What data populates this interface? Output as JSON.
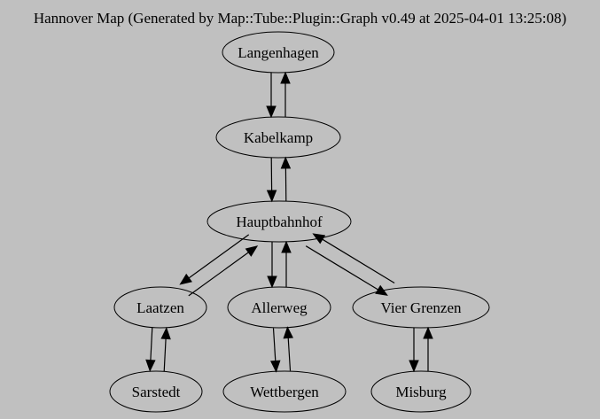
{
  "graph": {
    "title": "Hannover Map (Generated by Map::Tube::Plugin::Graph v0.49 at 2025-04-01 13:25:08)",
    "background_color": "#c0c0c0",
    "line_color": "#000000",
    "stations": [
      {
        "id": "langenhagen",
        "name": "Langenhagen"
      },
      {
        "id": "kabelkamp",
        "name": "Kabelkamp"
      },
      {
        "id": "hauptbahnhof",
        "name": "Hauptbahnhof"
      },
      {
        "id": "laatzen",
        "name": "Laatzen"
      },
      {
        "id": "allerweg",
        "name": "Allerweg"
      },
      {
        "id": "vier-grenzen",
        "name": "Vier Grenzen"
      },
      {
        "id": "sarstedt",
        "name": "Sarstedt"
      },
      {
        "id": "wettbergen",
        "name": "Wettbergen"
      },
      {
        "id": "misburg",
        "name": "Misburg"
      }
    ],
    "links": [
      {
        "from": "langenhagen",
        "to": "kabelkamp"
      },
      {
        "from": "kabelkamp",
        "to": "langenhagen"
      },
      {
        "from": "kabelkamp",
        "to": "hauptbahnhof"
      },
      {
        "from": "hauptbahnhof",
        "to": "kabelkamp"
      },
      {
        "from": "hauptbahnhof",
        "to": "laatzen"
      },
      {
        "from": "laatzen",
        "to": "hauptbahnhof"
      },
      {
        "from": "hauptbahnhof",
        "to": "allerweg"
      },
      {
        "from": "allerweg",
        "to": "hauptbahnhof"
      },
      {
        "from": "hauptbahnhof",
        "to": "vier-grenzen"
      },
      {
        "from": "vier-grenzen",
        "to": "hauptbahnhof"
      },
      {
        "from": "laatzen",
        "to": "sarstedt"
      },
      {
        "from": "sarstedt",
        "to": "laatzen"
      },
      {
        "from": "allerweg",
        "to": "wettbergen"
      },
      {
        "from": "wettbergen",
        "to": "allerweg"
      },
      {
        "from": "vier-grenzen",
        "to": "misburg"
      },
      {
        "from": "misburg",
        "to": "vier-grenzen"
      }
    ]
  }
}
